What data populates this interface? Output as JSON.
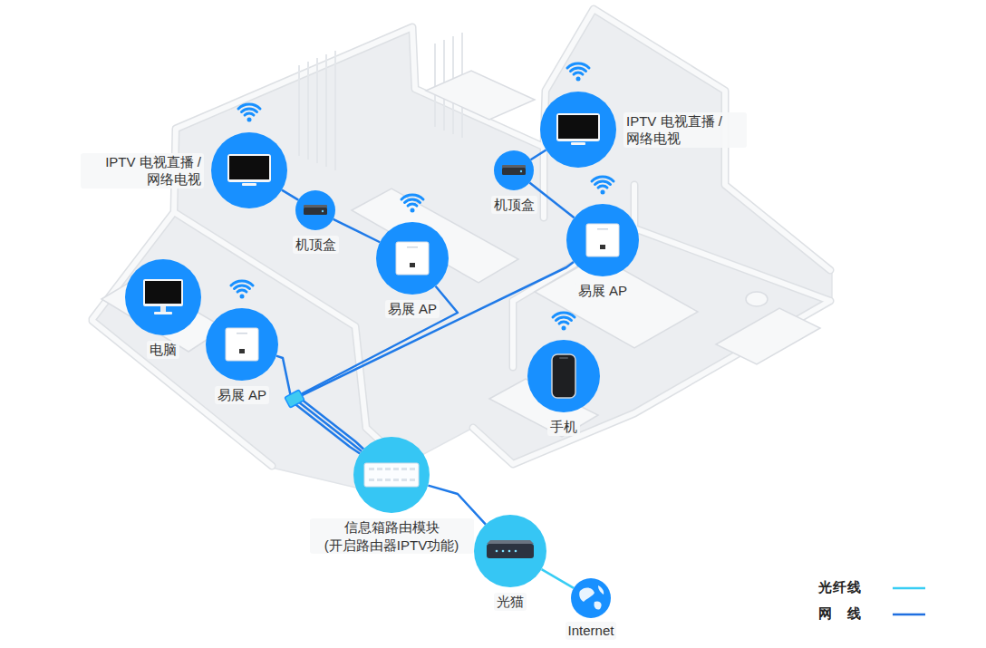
{
  "diagram": {
    "nodes": [
      {
        "text": [
          "IPTV 电视直播 / 网络电视"
        ]
      },
      {
        "text": [
          "机顶盒"
        ]
      },
      {
        "text": [
          "易展 AP"
        ]
      },
      {
        "text": [
          "IPTV 电视直播 / 网络电视"
        ]
      },
      {
        "text": [
          "机顶盒"
        ]
      },
      {
        "text": [
          "易展 AP"
        ]
      },
      {
        "text": [
          "电脑"
        ]
      },
      {
        "text": [
          "易展 AP"
        ]
      },
      {
        "text": [
          "手机"
        ]
      },
      {
        "text": [
          "信息箱路由模块 (开启路由器IPTV功能)"
        ]
      },
      {
        "text": [
          "光猫"
        ]
      },
      {
        "text": [
          "Internet"
        ]
      }
    ],
    "edges": [
      {
        "from": 0,
        "to": 1,
        "arrow": "none"
      },
      {
        "from": 1,
        "to": 2,
        "arrow": "none"
      },
      {
        "from": 3,
        "to": 4,
        "arrow": "none"
      },
      {
        "from": 4,
        "to": 5,
        "arrow": "none"
      },
      {
        "from": 7,
        "to": 9,
        "arrow": "none"
      },
      {
        "from": 2,
        "to": 9,
        "arrow": "none"
      },
      {
        "from": 5,
        "to": 9,
        "arrow": "none"
      },
      {
        "from": 9,
        "to": 10,
        "arrow": "none"
      },
      {
        "from": 10,
        "to": 11,
        "arrow": "none"
      }
    ],
    "legend": [
      {
        "text": "光纤线"
      },
      {
        "text": "网线"
      }
    ]
  }
}
